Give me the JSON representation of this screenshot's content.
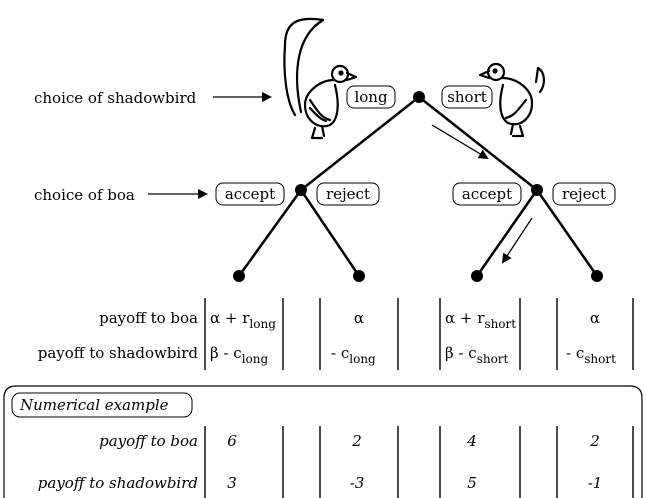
{
  "labels": {
    "choice_shadowbird": "choice of shadowbird",
    "choice_boa": "choice of boa"
  },
  "moves": {
    "long": "long",
    "short": "short",
    "accept_1": "accept",
    "reject_1": "reject",
    "accept_2": "accept",
    "reject_2": "reject"
  },
  "payoff_rows": {
    "boa_label": "payoff to boa",
    "shadowbird_label": "payoff to shadowbird"
  },
  "payoffs": {
    "boa": [
      {
        "main": "α + r",
        "sub": "long"
      },
      {
        "main": "α",
        "sub": ""
      },
      {
        "main": "α + r",
        "sub": "short"
      },
      {
        "main": "α",
        "sub": ""
      }
    ],
    "shadowbird": [
      {
        "main": "β - c",
        "sub": "long"
      },
      {
        "main": "- c",
        "sub": "long"
      },
      {
        "main": "β - c",
        "sub": "short"
      },
      {
        "main": "- c",
        "sub": "short"
      }
    ]
  },
  "example": {
    "title": "Numerical example",
    "boa_label": "payoff to boa",
    "shadowbird_label": "payoff to shadowbird",
    "boa_values": [
      "6",
      "2",
      "4",
      "2"
    ],
    "shadowbird_values": [
      "3",
      "-3",
      "5",
      "-1"
    ]
  }
}
